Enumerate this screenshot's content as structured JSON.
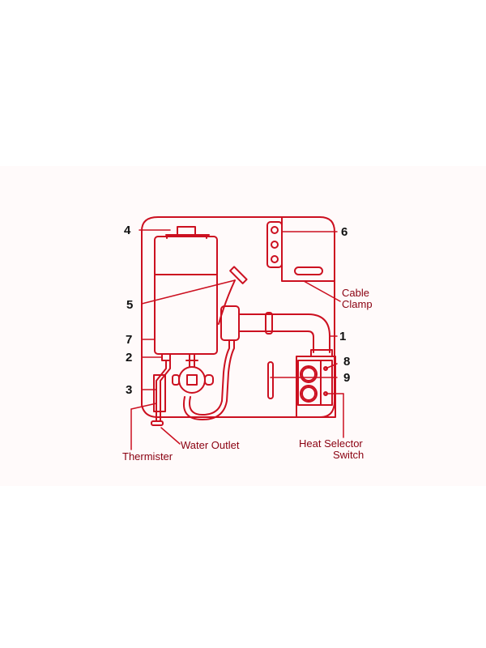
{
  "diagram": {
    "type": "component-layout",
    "colors": {
      "line": "#cc1020",
      "label_text": "#8a0010",
      "number_text": "#111111",
      "background_band": "#fffafa"
    },
    "callouts": [
      {
        "id": "4",
        "label": "4"
      },
      {
        "id": "5",
        "label": "5"
      },
      {
        "id": "7",
        "label": "7"
      },
      {
        "id": "2",
        "label": "2"
      },
      {
        "id": "3",
        "label": "3"
      },
      {
        "id": "6",
        "label": "6"
      },
      {
        "id": "1",
        "label": "1"
      },
      {
        "id": "8",
        "label": "8"
      },
      {
        "id": "9",
        "label": "9"
      }
    ],
    "text_labels": {
      "cable_clamp_line1": "Cable",
      "cable_clamp_line2": "Clamp",
      "water_outlet": "Water Outlet",
      "thermister": "Thermister",
      "heat_selector_line1": "Heat Selector",
      "heat_selector_line2": "Switch"
    }
  }
}
